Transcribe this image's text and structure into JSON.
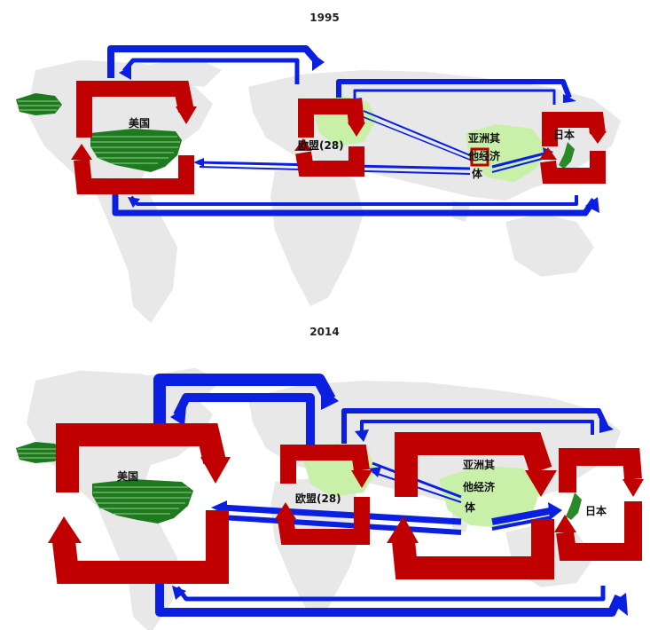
{
  "panels": [
    {
      "title": "1995",
      "labels": {
        "us": "美国",
        "eu": "欧盟(28)",
        "asia_line1": "亚洲其",
        "asia_line2": "他经济",
        "asia_line3": "体",
        "japan": "日本"
      }
    },
    {
      "title": "2014",
      "labels": {
        "us": "美国",
        "eu": "欧盟(28)",
        "asia_line1": "亚洲其",
        "asia_line2": "他经济",
        "asia_line3": "体",
        "japan": "日本"
      }
    }
  ],
  "colors": {
    "internal_flow": "#c00000",
    "cross_flow": "#0a1fe0",
    "map_background": "#e6e6e6",
    "region_fill": "#1e7a1e",
    "highlight_fill": "#c8f0a8"
  }
}
